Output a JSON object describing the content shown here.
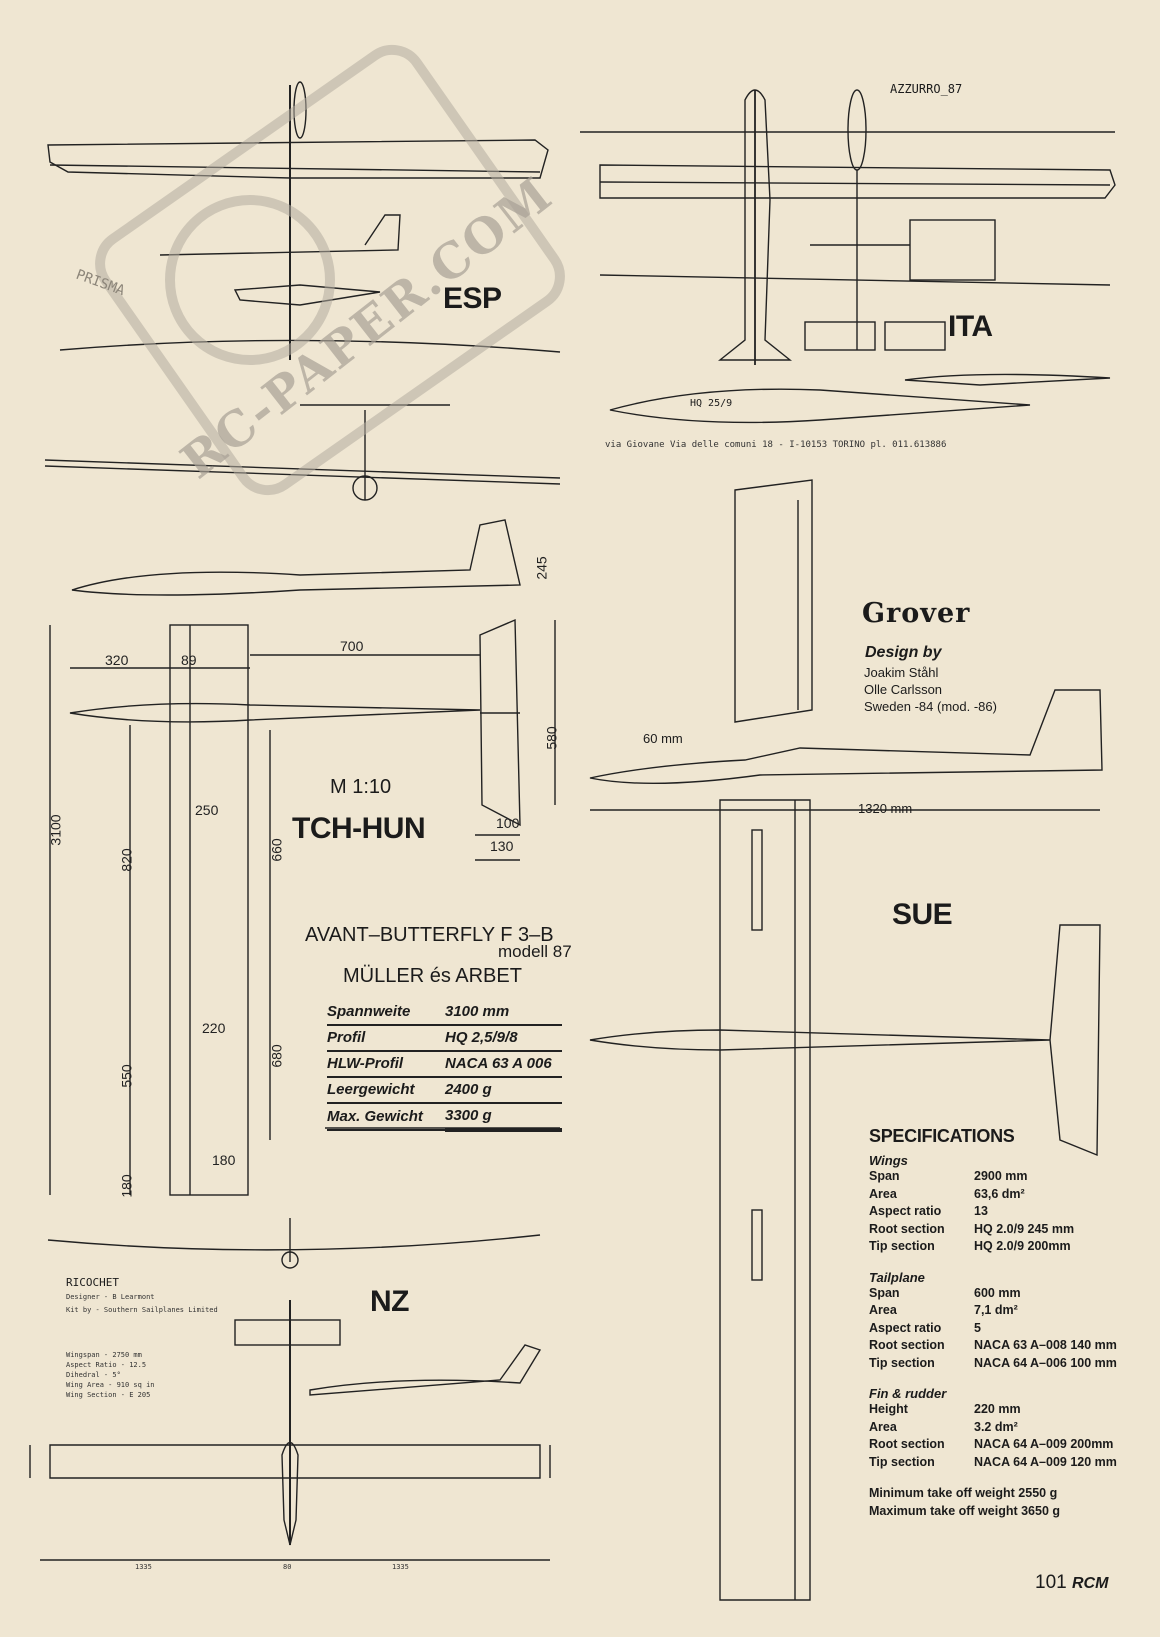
{
  "esp": {
    "label": "ESP"
  },
  "ita": {
    "label": "ITA",
    "header": "AZZURRO_87",
    "footer": "via Giovane  Via delle comuni 18 - I-10153 TORINO  pl. 011.613886",
    "profile_note": "HQ 25/9"
  },
  "tch": {
    "label": "TCH-HUN",
    "scale": "M 1:10",
    "model_line1": "AVANT–BUTTERFLY  F 3–B",
    "model_line2": "modell 87",
    "authors": "MÜLLER  és  ARBET",
    "dims": {
      "d320": "320",
      "d89": "89",
      "d700": "700",
      "d580": "580",
      "d3100": "3100",
      "d820": "820",
      "d250": "250",
      "d660": "660",
      "d100": "100",
      "d130": "130",
      "d220": "220",
      "d550": "550",
      "d680": "680",
      "d180a": "180",
      "d180b": "180",
      "d245": "245"
    },
    "specs": [
      {
        "k": "Spannweite",
        "v": "3100 mm"
      },
      {
        "k": "Profil",
        "v": "HQ 2,5/9/8"
      },
      {
        "k": "HLW-Profil",
        "v": "NACA 63 A 006"
      },
      {
        "k": "Leergewicht",
        "v": "2400 g"
      },
      {
        "k": "Max. Gewicht",
        "v": "3300 g"
      }
    ]
  },
  "nz": {
    "label": "NZ",
    "title": "RICOCHET",
    "designer": "Designer - B Learmont",
    "kit": "Kit by - Southern Sailplanes Limited",
    "notes": [
      "Wingspan - 2750 mm",
      "Aspect Ratio - 12.5",
      "Dihedral - 5°",
      "Wing Area - 910 sq in",
      "Wing Section - E 205"
    ],
    "bottom_dims": [
      "1335",
      "80",
      "1335"
    ]
  },
  "sue": {
    "label": "SUE",
    "title": "Grover",
    "design_by": "Design by",
    "designers": [
      "Joakim Ståhl",
      "Olle Carlsson",
      "Sweden -84 (mod. -86)"
    ],
    "dim_nose": "60 mm",
    "dim_fuselage": "1320 mm"
  },
  "specs": {
    "heading": "SPECIFICATIONS",
    "wings": {
      "title": "Wings",
      "rows": [
        {
          "k": "Span",
          "v": "2900 mm"
        },
        {
          "k": "Area",
          "v": "63,6 dm²"
        },
        {
          "k": "Aspect ratio",
          "v": "13"
        },
        {
          "k": "Root section",
          "v": "HQ 2.0/9 245 mm"
        },
        {
          "k": "Tip section",
          "v": "HQ 2.0/9 200mm"
        }
      ]
    },
    "tailplane": {
      "title": "Tailplane",
      "rows": [
        {
          "k": "Span",
          "v": "600 mm"
        },
        {
          "k": "Area",
          "v": "7,1 dm²"
        },
        {
          "k": "Aspect ratio",
          "v": "5"
        },
        {
          "k": "Root section",
          "v": "NACA 63 A–008 140 mm"
        },
        {
          "k": "Tip section",
          "v": "NACA 64 A–006 100 mm"
        }
      ]
    },
    "fin": {
      "title": "Fin & rudder",
      "rows": [
        {
          "k": "Height",
          "v": "220 mm"
        },
        {
          "k": "Area",
          "v": "3.2 dm²"
        },
        {
          "k": "Root section",
          "v": "NACA 64 A–009 200mm"
        },
        {
          "k": "Tip section",
          "v": "NACA 64 A–009 120 mm"
        }
      ]
    },
    "weights": [
      "Minimum take off weight 2550 g",
      "Maximum take off weight 3650 g"
    ]
  },
  "page_footer": {
    "number": "101",
    "brand": "RCM"
  },
  "watermark": {
    "text": "RC-PAPER.COM",
    "logo": "PRISMA"
  }
}
